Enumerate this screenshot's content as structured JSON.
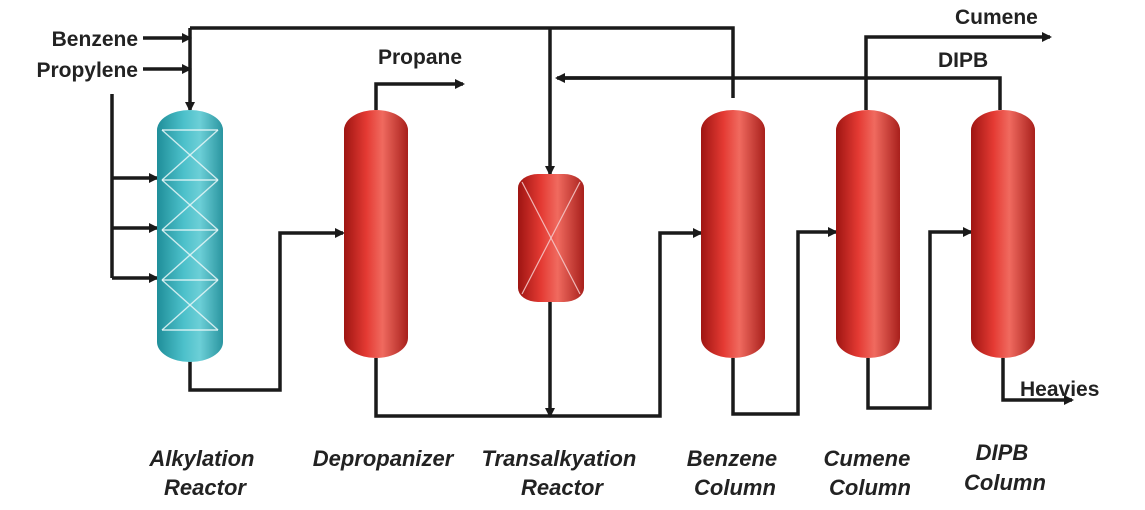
{
  "streams": {
    "benzene": "Benzene",
    "propylene": "Propylene",
    "propane": "Propane",
    "cumene": "Cumene",
    "dipb": "DIPB",
    "heavies": "Heavies"
  },
  "units": {
    "alkylation_reactor": [
      "Alkylation",
      "Reactor"
    ],
    "depropanizer": [
      "Depropanizer"
    ],
    "transalkylation_reactor": [
      "Transalkyation",
      "Reactor"
    ],
    "benzene_column": [
      "Benzene",
      "Column"
    ],
    "cumene_column": [
      "Cumene",
      "Column"
    ],
    "dipb_column": [
      "DIPB",
      "Column"
    ]
  },
  "colors": {
    "column_red": "#e0312c",
    "reactor_teal": "#3fb2bd",
    "pipe": "#1a1a1a"
  }
}
